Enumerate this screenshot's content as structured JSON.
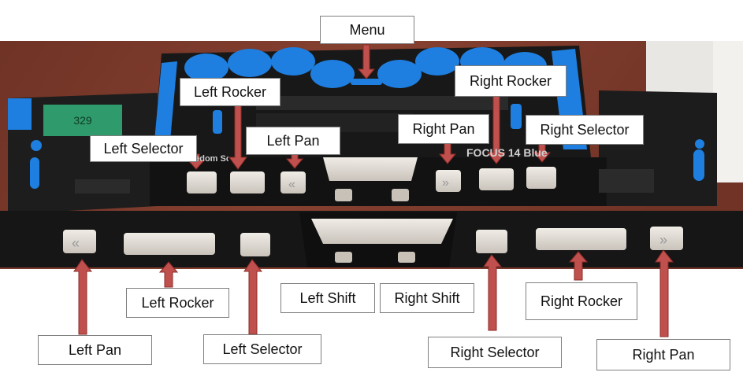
{
  "device": {
    "display_number": "329",
    "brand_text_left": "Freedom Scientific",
    "brand_text_right": "FOCUS 14 Blue"
  },
  "labels": {
    "menu": "Menu",
    "top_left_rocker": "Left Rocker",
    "top_right_rocker": "Right Rocker",
    "top_left_selector": "Left Selector",
    "top_left_pan": "Left Pan",
    "top_right_pan": "Right Pan",
    "top_right_selector": "Right Selector",
    "bottom_left_rocker": "Left Rocker",
    "bottom_left_shift": "Left Shift",
    "bottom_right_shift": "Right Shift",
    "bottom_right_rocker": "Right Rocker",
    "bottom_left_pan": "Left Pan",
    "bottom_left_selector": "Left Selector",
    "bottom_right_selector": "Right Selector",
    "bottom_right_pan": "Right Pan"
  },
  "colors": {
    "arrow": "#c0504d",
    "arrow_stroke": "#8b2b28",
    "device_body": "#1b1b1b",
    "key_blue": "#1e7fe0",
    "background_wood": "#7a3a2c"
  }
}
